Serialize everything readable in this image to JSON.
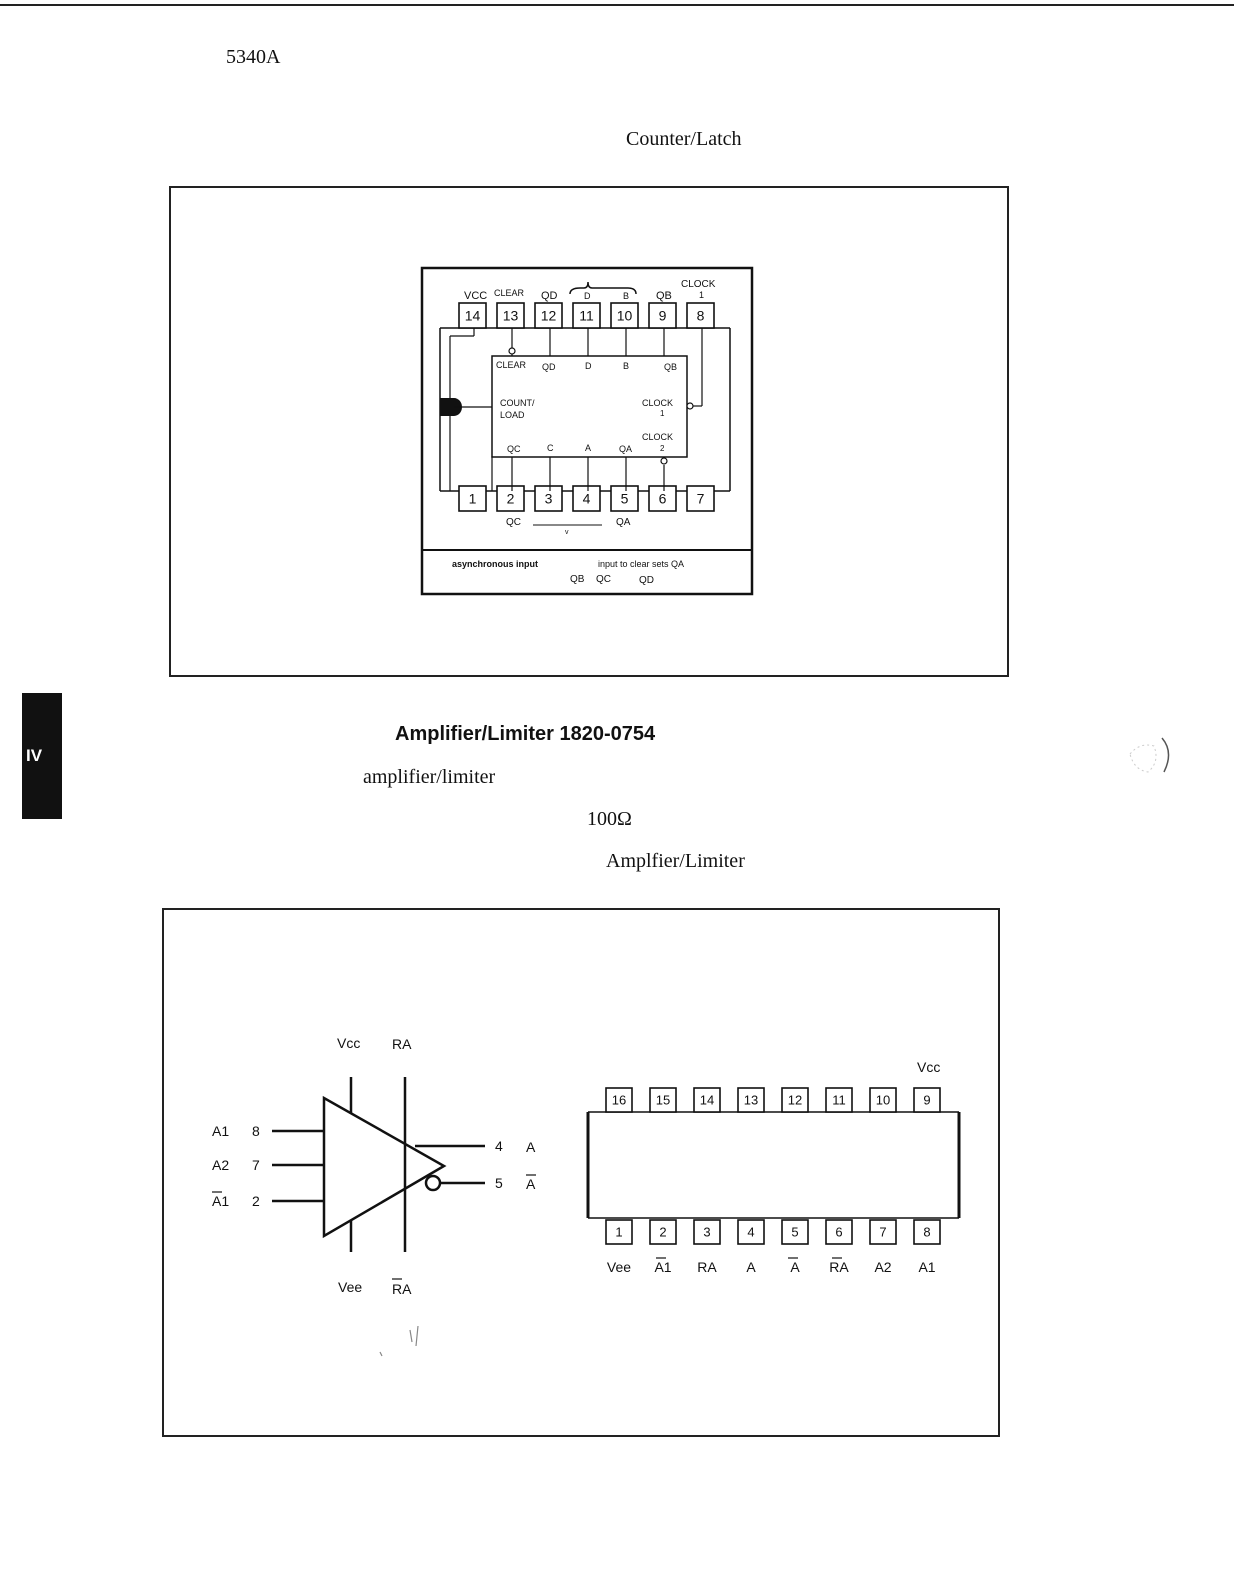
{
  "header": {
    "model": "5340A"
  },
  "section_tab": "IV",
  "captions": {
    "counter_latch": "Counter/Latch",
    "amp_heading": "Amplifier/Limiter 1820-0754",
    "amp_text": "amplifier/limiter",
    "resistance": "100Ω",
    "amplfier_limiter": "Amplfier/Limiter"
  },
  "counter_chip": {
    "top_pins": [
      "14",
      "13",
      "12",
      "11",
      "10",
      "9",
      "8"
    ],
    "bottom_pins": [
      "1",
      "2",
      "3",
      "4",
      "5",
      "6",
      "7"
    ],
    "top_labels": {
      "vcc": "VCC",
      "clear": "CLEAR",
      "qd": "QD",
      "d": "D",
      "b": "B",
      "qb": "QB",
      "clock": "CLOCK",
      "clock_num": "1"
    },
    "inner": {
      "clear": "CLEAR",
      "qd": "QD",
      "d": "D",
      "b": "B",
      "qb": "QB",
      "count": "COUNT/",
      "load": "LOAD",
      "clock1": "CLOCK",
      "clock1_num": "1",
      "clock2": "CLOCK",
      "clock2_num": "2",
      "qc": "QC",
      "c": "C",
      "a": "A",
      "qa": "QA"
    },
    "bottom_labels": {
      "qc": "QC",
      "v": "v",
      "qa": "QA"
    },
    "notes": {
      "async": "asynchronous input",
      "clear_sets": "input to clear sets QA",
      "qb": "QB",
      "qc": "QC",
      "qd": "QD"
    }
  },
  "amp_symbol": {
    "vcc": "Vcc",
    "ra": "RA",
    "vee": "Vee",
    "ra_bar": "RA",
    "inputs": [
      {
        "label": "A1",
        "pin": "8"
      },
      {
        "label": "A2",
        "pin": "7"
      },
      {
        "label": "A1",
        "pin": "2"
      }
    ],
    "outputs": [
      {
        "pin": "4",
        "label": "A"
      },
      {
        "pin": "5",
        "label": "A"
      }
    ]
  },
  "amp_chip": {
    "top_pins": [
      "16",
      "15",
      "14",
      "13",
      "12",
      "11",
      "10",
      "9"
    ],
    "top_vcc": "Vcc",
    "bottom_pins": [
      "1",
      "2",
      "3",
      "4",
      "5",
      "6",
      "7",
      "8"
    ],
    "bottom_labels": [
      "Vee",
      "A1",
      "RA",
      "A",
      "A",
      "RA",
      "A2",
      "A1"
    ]
  }
}
